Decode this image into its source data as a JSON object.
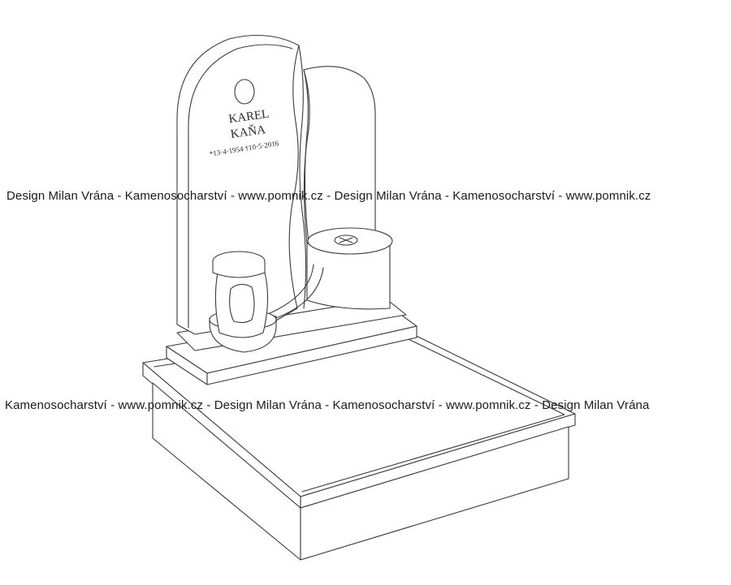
{
  "inscription": {
    "first_name": "KAREL",
    "last_name": "KAŇA",
    "dates": "*13·4·1954 †10·5·2016"
  },
  "watermark": {
    "line_1": "Design Milan Vrána  -  Kamenosocharství  -  www.pomnik.cz  -  Design Milan Vrána  -  Kamenosocharství  -  www.pomnik.cz",
    "line_2": "Kamenosocharství  -  www.pomnik.cz  -  Design Milan Vrána  -  Kamenosocharství  -  www.pomnik.cz  -  Design Milan Vrána"
  },
  "colors": {
    "line": "#3a3a3a",
    "background": "#ffffff"
  }
}
